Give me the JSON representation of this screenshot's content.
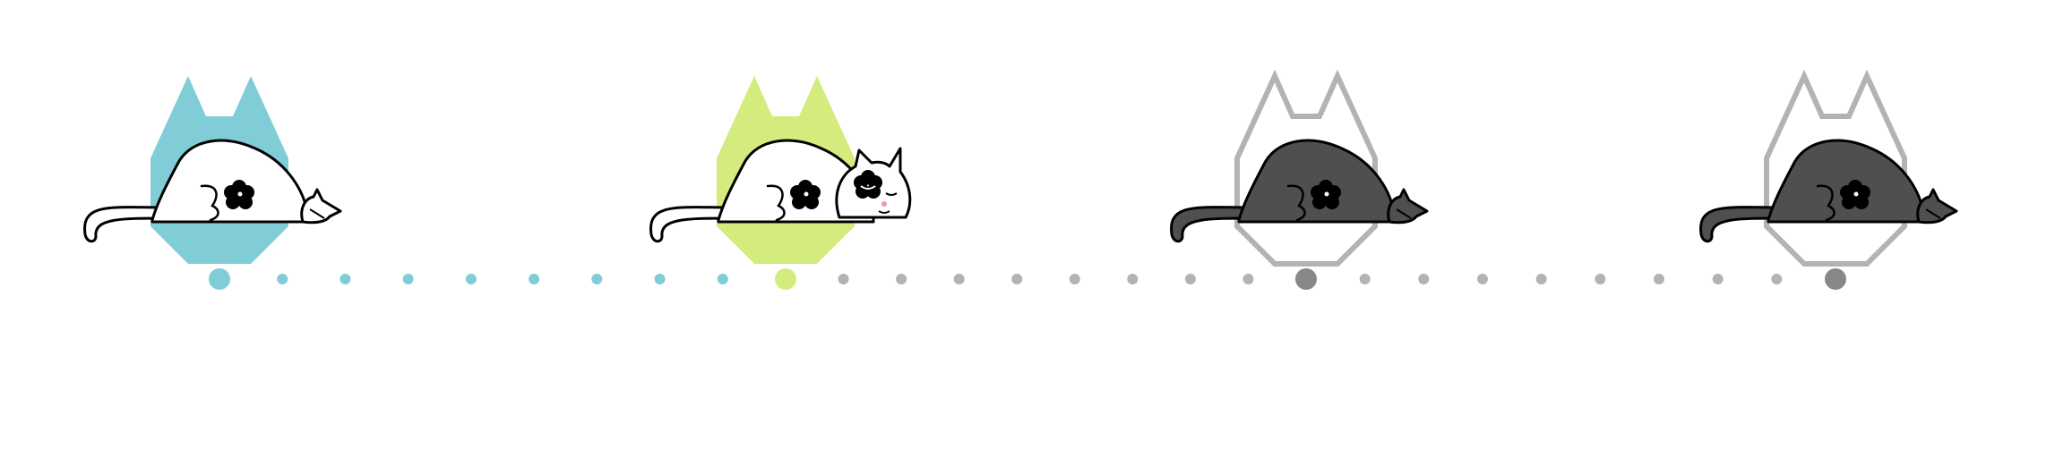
{
  "stepper": {
    "steps_total": 4,
    "current_step": 2,
    "steps": [
      {
        "status": "completed",
        "badge_color": "#80cdd8",
        "cat_body_color": "#ffffff",
        "cat_pose": "sleeping"
      },
      {
        "status": "current",
        "badge_color": "#d4ec7e",
        "cat_body_color": "#ffffff",
        "cat_pose": "awake-head-up"
      },
      {
        "status": "upcoming",
        "badge_color": "#b3b3b3",
        "cat_body_color": "#4f4f4f",
        "cat_pose": "sleeping"
      },
      {
        "status": "upcoming",
        "badge_color": "#b3b3b3",
        "cat_body_color": "#4f4f4f",
        "cat_pose": "sleeping"
      }
    ],
    "connector_dots": [
      {
        "color": "#80cdd8",
        "count": 8
      },
      {
        "color": "#b3b3b3",
        "count": 8
      },
      {
        "color": "#b3b3b3",
        "count": 8
      }
    ]
  },
  "colors": {
    "completed": "#80cdd8",
    "current": "#d4ec7e",
    "upcoming_outline": "#b3b3b3",
    "upcoming_node": "#888888",
    "cat_dark": "#4f4f4f",
    "cat_white": "#ffffff",
    "cat_outline": "#000000"
  },
  "icons": {
    "badge": "cat-ear-hexagon-icon",
    "cat": "lying-cat-icon"
  }
}
